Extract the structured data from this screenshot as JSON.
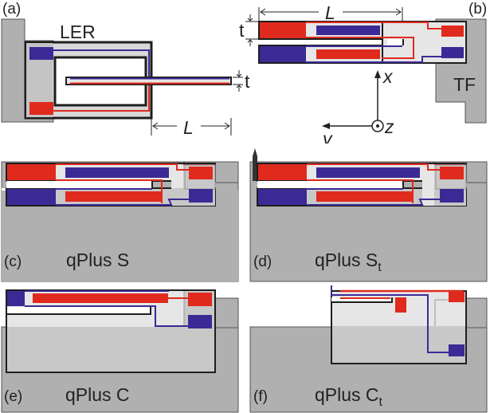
{
  "colors": {
    "red": "#e02a1e",
    "blue": "#3b2a96",
    "base_gray": "#b0b0b0",
    "light_gray": "#c8c8c8",
    "pale_gray": "#e6e6e6",
    "outline": "#1e1e1e"
  },
  "panels": {
    "a": {
      "tag": "(a)",
      "name": "LER",
      "dim_t": "t",
      "dim_L": "L"
    },
    "b": {
      "tag": "(b)",
      "name": "TF",
      "dim_t": "t",
      "dim_L": "L",
      "axis_x": "x",
      "axis_y": "y",
      "axis_z": "z"
    },
    "c": {
      "tag": "(c)",
      "title": "qPlus S"
    },
    "d": {
      "tag": "(d)",
      "title": "qPlus S",
      "title_sub": "t"
    },
    "e": {
      "tag": "(e)",
      "title": "qPlus C"
    },
    "f": {
      "tag": "(f)",
      "title": "qPlus C",
      "title_sub": "t"
    }
  }
}
